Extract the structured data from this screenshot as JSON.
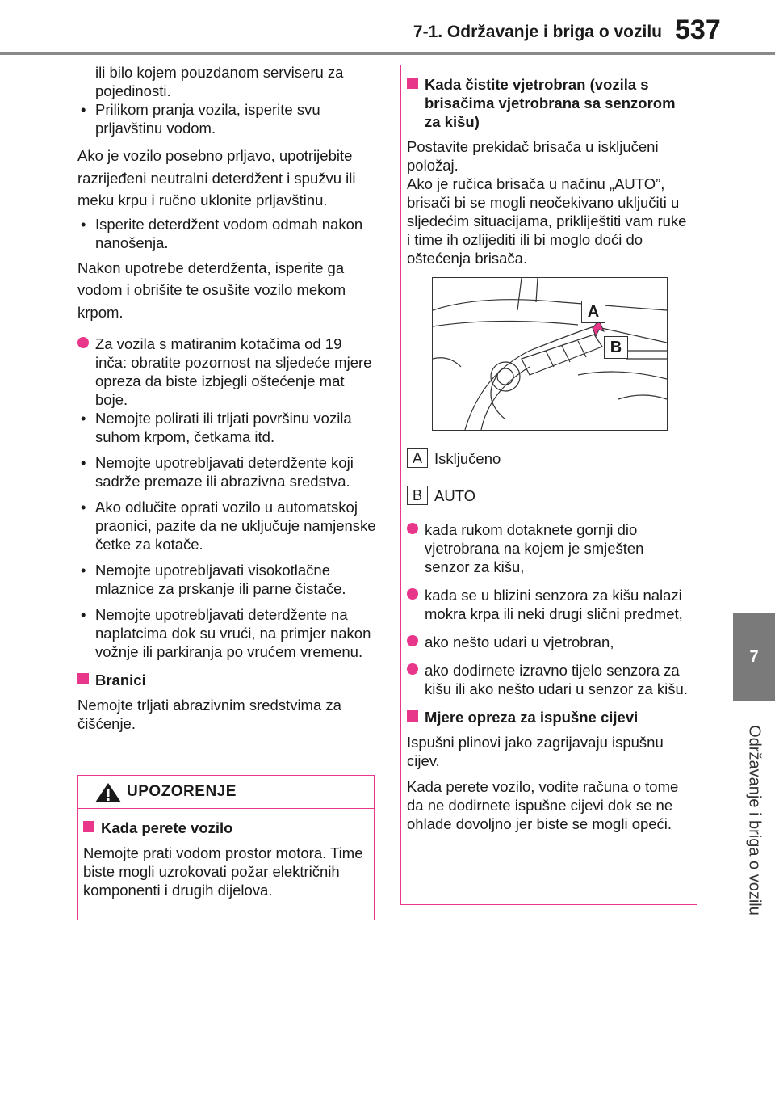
{
  "header": {
    "title": "7-1. Održavanje i briga o vozilu",
    "page_number": "537"
  },
  "side_tab": {
    "chapter_number": "7",
    "chapter_label": "Održavanje i briga o vozilu"
  },
  "left": {
    "cont_lines": [
      "ili bilo kojem pouzdanom serviseru za",
      "pojedinosti."
    ],
    "bullet_wash": "Prilikom pranja vozila, isperite svu prljavštinu vodom.",
    "para_dirty": "Ako je vozilo posebno prljavo, upotrijebite razrijeđeni neutralni deterdžent i spužvu ili meku krpu i ručno uklonite prljavštinu.",
    "bullet_rinse": "Isperite deterdžent vodom odmah nakon nanošenja.",
    "para_after": "Nakon upotrebe deterdženta, isperite ga vodom i obrišite te osušite vozilo mekom krpom.",
    "circle_matte": "Za vozila s matiranim kotačima od 19 inča: obratite pozornost na sljedeće mjere opreza da biste izbjegli oštećenje mat boje.",
    "matte_bullets": [
      "Nemojte polirati ili trljati površinu vozila suhom krpom, četkama itd.",
      "Nemojte upotrebljavati deterdžente koji sadrže premaze ili abrazivna sredstva.",
      "Ako odlučite oprati vozilo u automatskoj praonici, pazite da ne uključuje namjenske četke za kotače.",
      "Nemojte upotrebljavati visokotlačne mlaznice za prskanje ili parne čistače.",
      "Nemojte upotrebljavati deterdžente na naplatcima dok su vrući, na primjer nakon vožnje ili parkiranja po vrućem vremenu."
    ],
    "heading_bumpers": "Branici",
    "para_bumpers": "Nemojte trljati abrazivnim sredstvima za čišćenje."
  },
  "warning": {
    "title": "UPOZORENJE",
    "heading": "Kada perete vozilo",
    "body": "Nemojte prati vodom prostor motora. Time biste mogli uzrokovati požar električnih komponenti i drugih dijelova."
  },
  "right": {
    "heading_windshield": "Kada čistite vjetrobran (vozila s brisačima vjetrobrana sa senzorom za kišu)",
    "para_switch": "Postavite prekidač brisača u isključeni položaj.",
    "para_auto": "Ako je ručica brisača u načinu „AUTO”, brisači bi se mogli neočekivano uključiti u sljedećim situacijama, prikliještiti vam ruke i time ih ozlijediti ili bi moglo doći do oštećenja brisača.",
    "figure_labels": [
      "A",
      "B"
    ],
    "legend": [
      {
        "key": "A",
        "text": "Isključeno"
      },
      {
        "key": "B",
        "text": "AUTO"
      }
    ],
    "situations": [
      "kada rukom dotaknete gornji dio vjetrobrana na kojem je smješten senzor za kišu,",
      "kada se u blizini senzora za kišu nalazi mokra krpa ili neki drugi slični predmet,",
      "ako nešto udari u vjetrobran,",
      "ako dodirnete izravno tijelo senzora za kišu ili ako nešto udari u senzor za kišu."
    ],
    "heading_exhaust": "Mjere opreza za ispušne cijevi",
    "para_exhaust_1": "Ispušni plinovi jako zagrijavaju ispušnu cijev.",
    "para_exhaust_2": "Kada perete vozilo, vodite računa o tome da ne dodirnete ispušne cijevi dok se ne ohlade dovoljno jer biste se mogli opeći."
  },
  "colors": {
    "accent": "#e8378b",
    "header_rule": "#8a8a8a",
    "side_tab": "#7a7a7a"
  }
}
